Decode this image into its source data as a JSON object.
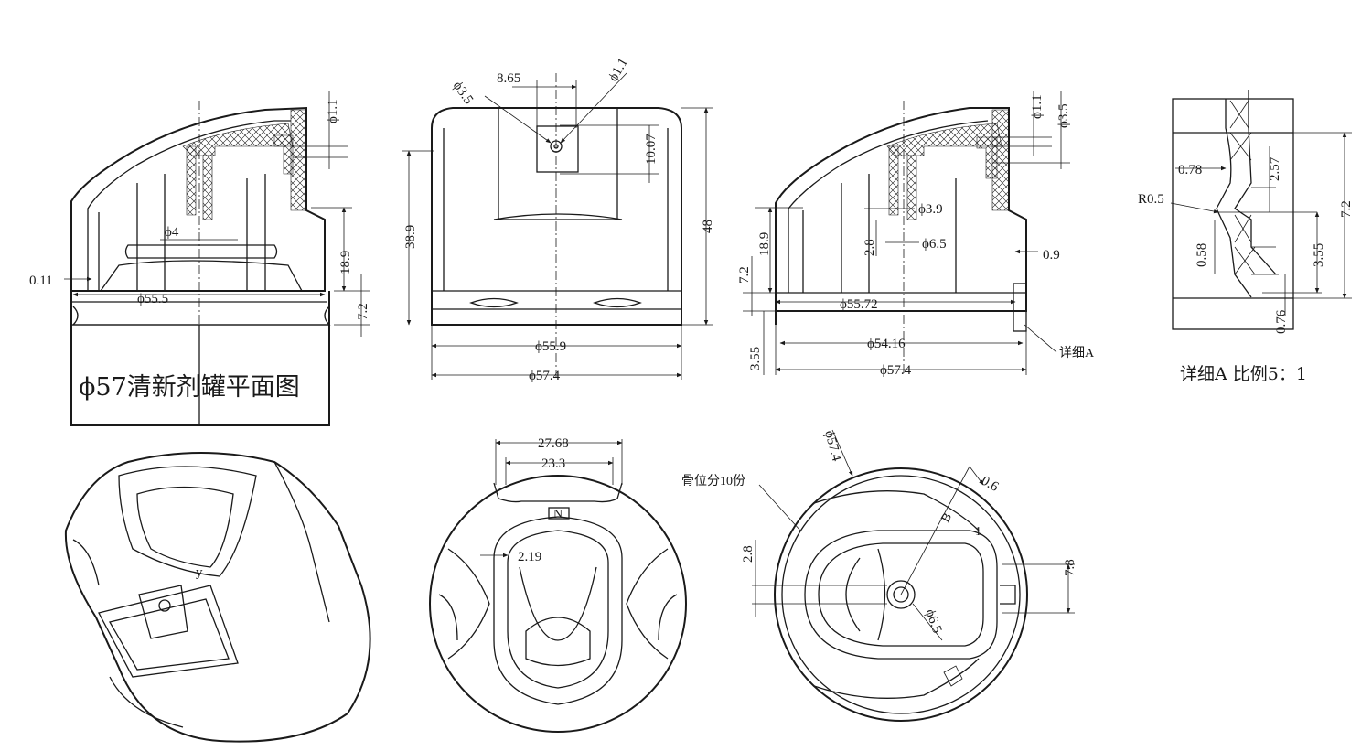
{
  "title_block": {
    "title": "ϕ57清新剂罐平面图"
  },
  "detail_view": {
    "caption": "详细A 比例5：1",
    "dims": [
      "0.78",
      "2.57",
      "R0.5",
      "0.58",
      "3.55",
      "7.2",
      "0.76"
    ]
  },
  "view1": {
    "dims": [
      "ϕ1.1",
      "ϕ4",
      "0.11",
      "ϕ55.5",
      "18.9",
      "7.2"
    ]
  },
  "view2": {
    "dims": [
      "8.65",
      "ϕ3.5",
      "ϕ1.1",
      "10.07",
      "38.9",
      "48",
      "ϕ55.9",
      "ϕ57.4"
    ]
  },
  "view3": {
    "dims": [
      "ϕ1.1",
      "ϕ3.5",
      "ϕ3.9",
      "2.8",
      "ϕ6.5",
      "18.9",
      "7.2",
      "0.9",
      "ϕ55.72",
      "3.55",
      "ϕ54.16",
      "ϕ57.4"
    ],
    "detail_callout": "详细A"
  },
  "view4": {
    "label": "y"
  },
  "view5": {
    "dims": [
      "27.68",
      "23.3",
      "2.19"
    ],
    "mark": "N"
  },
  "view6": {
    "dims": [
      "ϕ57.4",
      "骨位分10份",
      "0.6",
      "B",
      "1",
      "2.8",
      "7.8",
      "ϕ6.5"
    ]
  }
}
